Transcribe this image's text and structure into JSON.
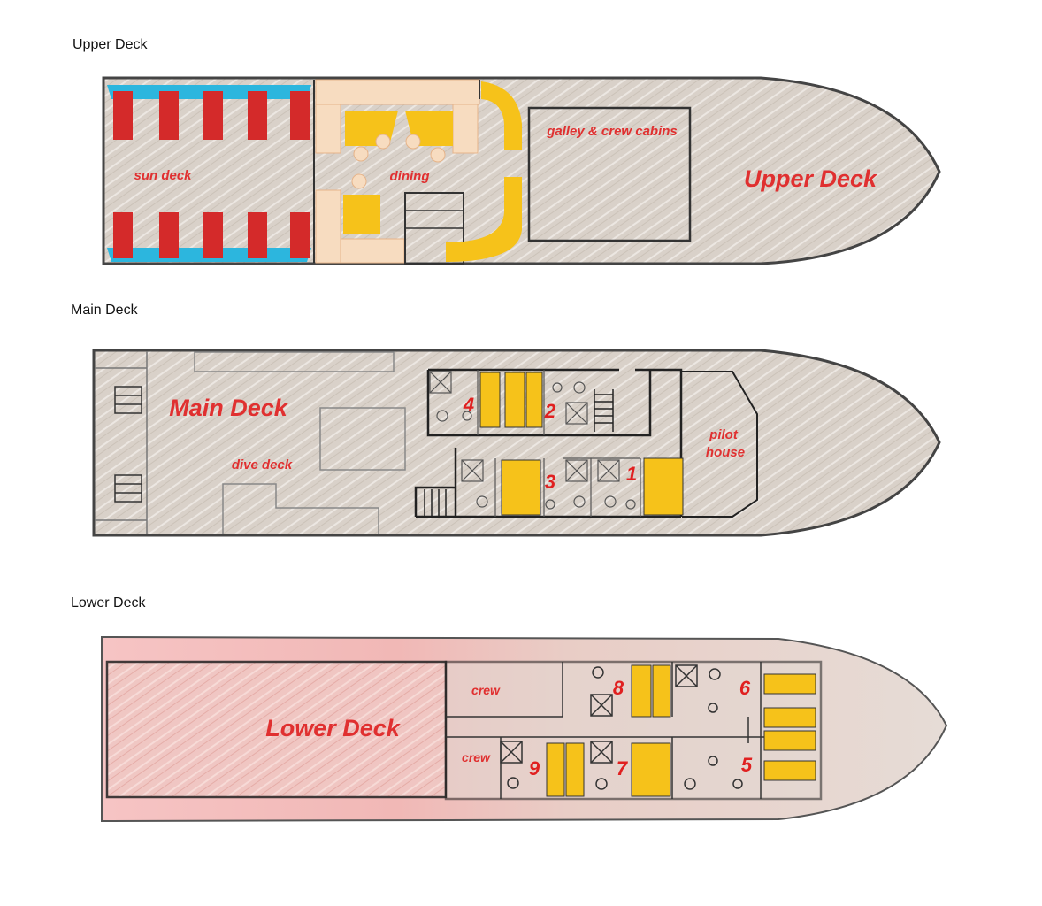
{
  "decks": {
    "upper": {
      "heading": "Upper Deck",
      "big_label": "Upper Deck",
      "sun_deck": "sun deck",
      "dining": "dining",
      "galley": "galley & crew cabins"
    },
    "main": {
      "heading": "Main Deck",
      "big_label": "Main Deck",
      "dive_deck": "dive deck",
      "pilot_1": "pilot",
      "pilot_2": "house",
      "cabins": [
        "1",
        "2",
        "3",
        "4"
      ]
    },
    "lower": {
      "heading": "Lower Deck",
      "big_label": "Lower Deck",
      "crew_top": "crew",
      "crew_bottom": "crew",
      "cabins": [
        "5",
        "6",
        "7",
        "8",
        "9"
      ]
    }
  },
  "colors": {
    "hull": "#d8d0c8",
    "outline": "#333333",
    "label": "#e03030",
    "furniture": "#f6c21a",
    "lounger_red": "#d42a2a",
    "lounger_blue": "#2cb6de",
    "seat": "#f7dcc0",
    "lower_fill": "#f2c4c4"
  }
}
